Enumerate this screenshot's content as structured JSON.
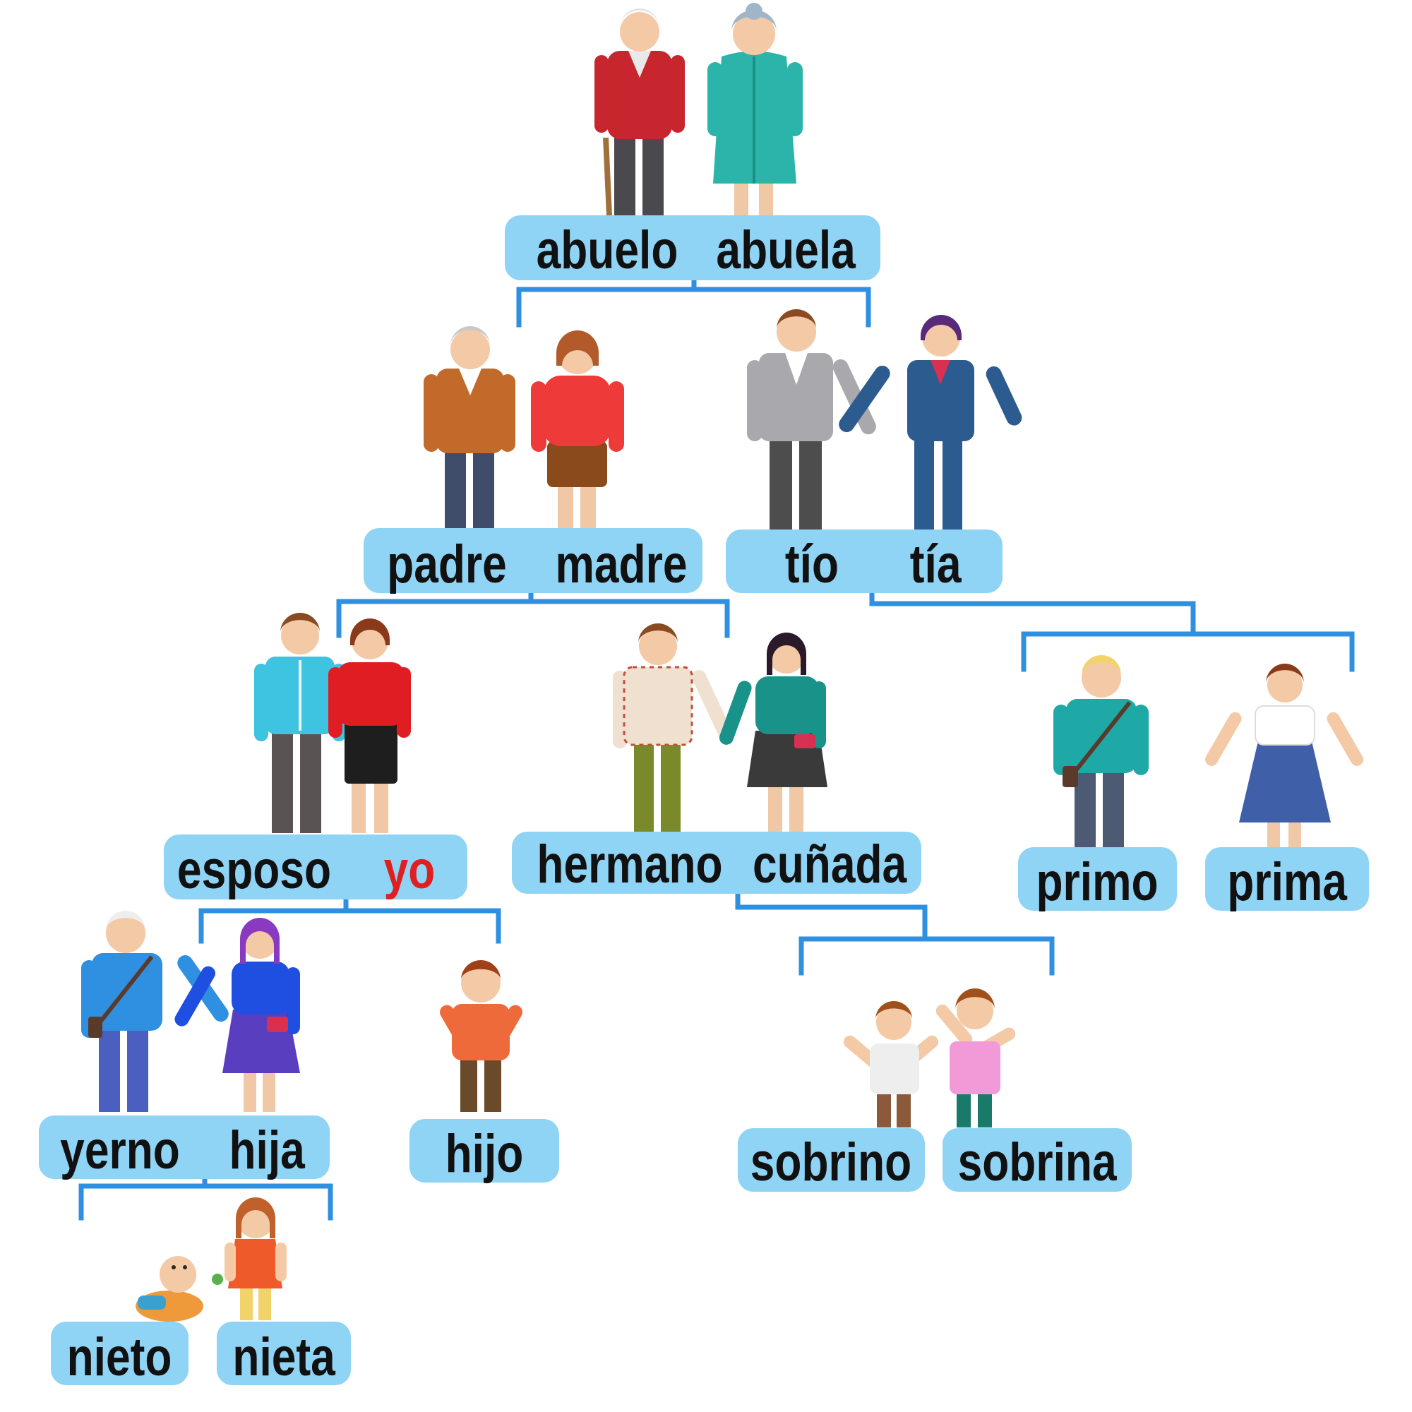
{
  "colors": {
    "pill": "#8fd3f5",
    "connector": "#2f8fe0",
    "text": "#111111",
    "highlight_text": "#e02020"
  },
  "labels": {
    "abuelo": "abuelo",
    "abuela": "abuela",
    "padre": "padre",
    "madre": "madre",
    "tio": "tío",
    "tia": "tía",
    "esposo": "esposo",
    "yo": "yo",
    "hermano": "hermano",
    "cunada": "cuñada",
    "primo": "primo",
    "prima": "prima",
    "yerno": "yerno",
    "hija": "hija",
    "hijo": "hijo",
    "sobrino": "sobrino",
    "sobrina": "sobrina",
    "nieto": "nieto",
    "nieta": "nieta"
  }
}
